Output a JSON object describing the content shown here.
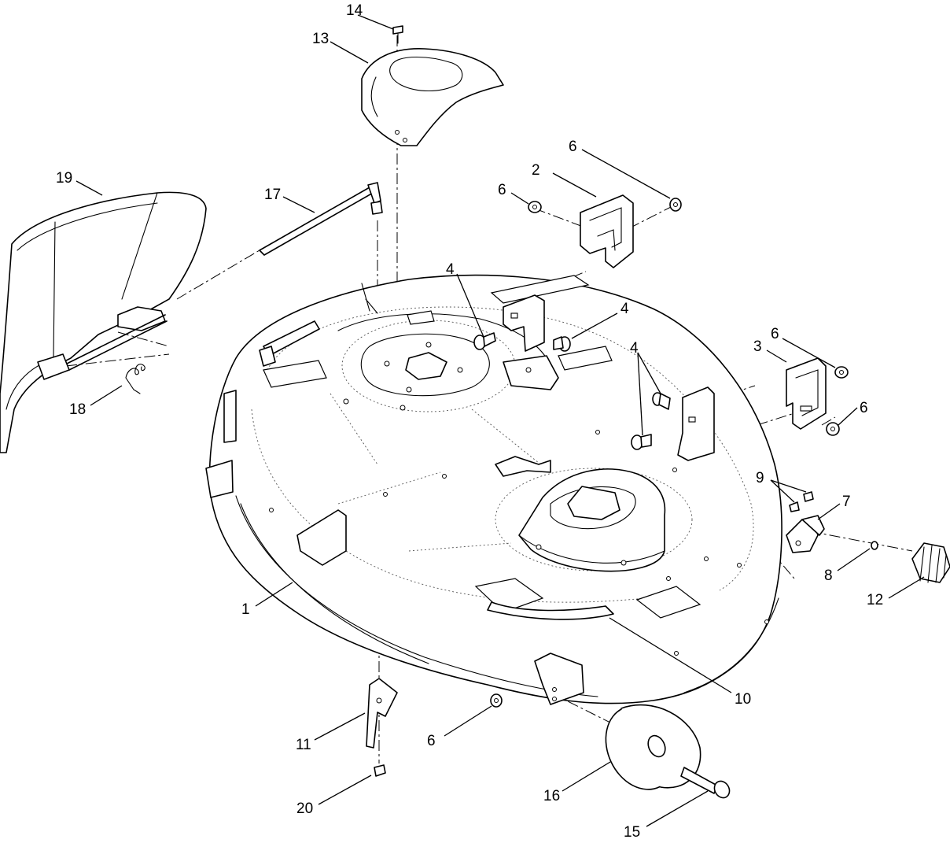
{
  "callouts": [
    {
      "id": "c1",
      "label": "1"
    },
    {
      "id": "c2",
      "label": "2"
    },
    {
      "id": "c3",
      "label": "3"
    },
    {
      "id": "c4a",
      "label": "4"
    },
    {
      "id": "c4b",
      "label": "4"
    },
    {
      "id": "c4c",
      "label": "4"
    },
    {
      "id": "c6a",
      "label": "6"
    },
    {
      "id": "c6b",
      "label": "6"
    },
    {
      "id": "c6c",
      "label": "6"
    },
    {
      "id": "c6d",
      "label": "6"
    },
    {
      "id": "c6e",
      "label": "6"
    },
    {
      "id": "c7",
      "label": "7"
    },
    {
      "id": "c8",
      "label": "8"
    },
    {
      "id": "c9",
      "label": "9"
    },
    {
      "id": "c10",
      "label": "10"
    },
    {
      "id": "c11",
      "label": "11"
    },
    {
      "id": "c12",
      "label": "12"
    },
    {
      "id": "c13",
      "label": "13"
    },
    {
      "id": "c14",
      "label": "14"
    },
    {
      "id": "c15",
      "label": "15"
    },
    {
      "id": "c16",
      "label": "16"
    },
    {
      "id": "c17",
      "label": "17"
    },
    {
      "id": "c18",
      "label": "18"
    },
    {
      "id": "c19",
      "label": "19"
    },
    {
      "id": "c20",
      "label": "20"
    }
  ]
}
